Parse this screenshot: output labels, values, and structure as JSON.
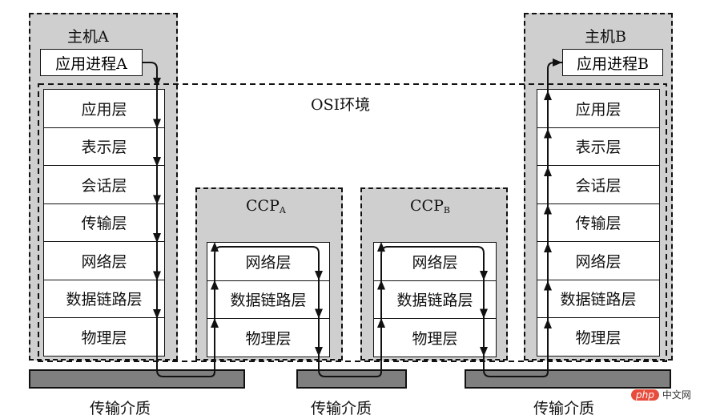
{
  "host_a": {
    "title": "主机A",
    "process": "应用进程A",
    "layers": [
      "应用层",
      "表示层",
      "会话层",
      "传输层",
      "网络层",
      "数据链路层",
      "物理层"
    ]
  },
  "host_b": {
    "title": "主机B",
    "process": "应用进程B",
    "layers": [
      "应用层",
      "表示层",
      "会话层",
      "传输层",
      "网络层",
      "数据链路层",
      "物理层"
    ]
  },
  "osi_env": "OSI环境",
  "ccp_a": {
    "title": "CCP",
    "sub": "A",
    "layers": [
      "网络层",
      "数据链路层",
      "物理层"
    ]
  },
  "ccp_b": {
    "title": "CCP",
    "sub": "B",
    "layers": [
      "网络层",
      "数据链路层",
      "物理层"
    ]
  },
  "media": [
    "传输介质",
    "传输介质",
    "传输介质"
  ],
  "watermark": {
    "brand": "php",
    "text": "中文网"
  },
  "colors": {
    "host_fill": "#cfcfcf",
    "medium_fill": "#7f7f7f",
    "line": "#111111"
  }
}
